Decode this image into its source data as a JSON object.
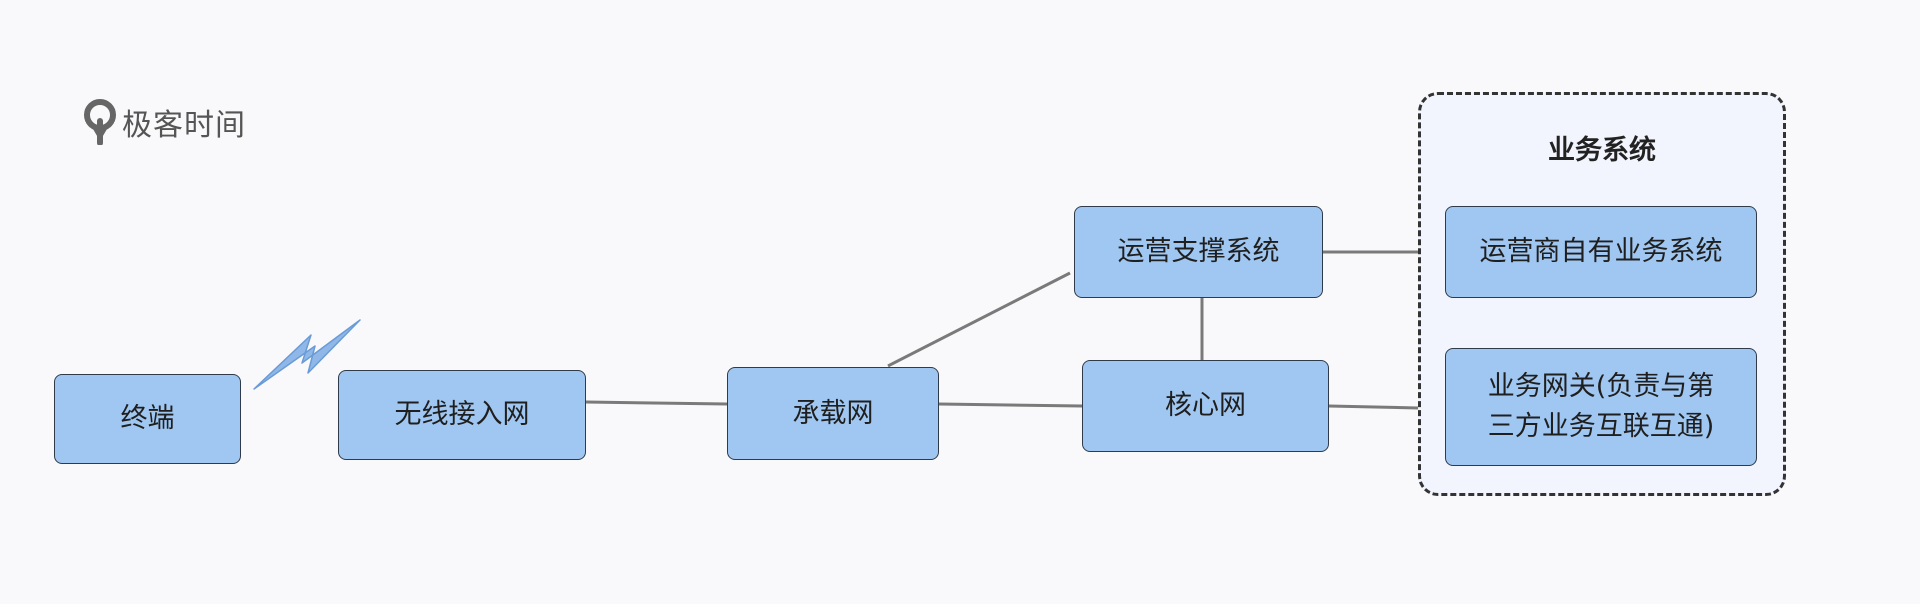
{
  "logo": {
    "text": "极客时间"
  },
  "nodes": {
    "terminal": "终端",
    "wireless_access": "无线接入网",
    "bearer": "承载网",
    "core": "核心网",
    "ops_support": "运营支撑系统"
  },
  "business_group": {
    "title": "业务系统",
    "operator_service": "运营商自有业务系统",
    "gateway_line1": "业务网关(负责与第",
    "gateway_line2": "三方业务互联互通)"
  },
  "colors": {
    "node_fill": "#a0c7f1",
    "node_border": "#2f3b4a",
    "edge": "#7a7a7a",
    "group_fill": "#f2f5fd",
    "group_border": "#333333",
    "lightning": "#8fb8e8",
    "background": "#f9f9fb"
  },
  "icons": {
    "logo": "geektime-logo-icon",
    "wireless": "lightning-icon"
  }
}
